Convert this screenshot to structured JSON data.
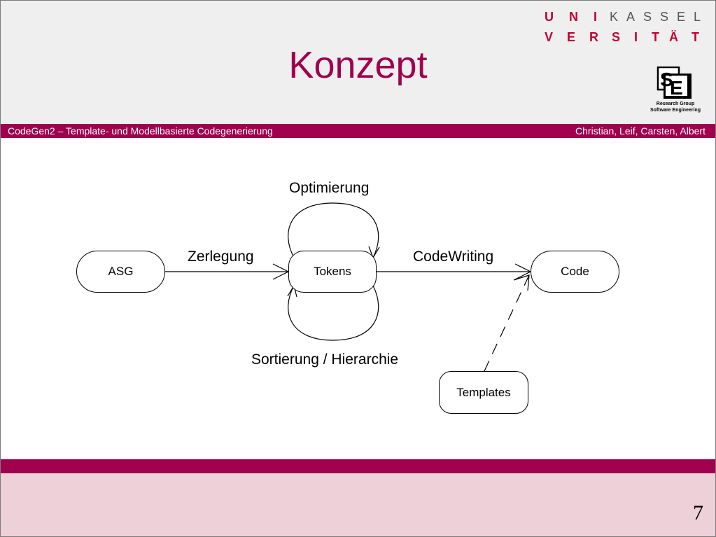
{
  "slide": {
    "title": "Konzept",
    "page_number": "7",
    "header_bar_left": "CodeGen2 – Template- und Modellbasierte Codegenerierung",
    "header_bar_right": "Christian, Leif, Carsten, Albert"
  },
  "university_logo": {
    "row1_red": [
      "U",
      "N",
      "I"
    ],
    "row1_grey": [
      "K",
      "A",
      "S",
      "S",
      "E",
      "L"
    ],
    "row2_red": [
      "V",
      "E",
      "R",
      "S",
      "I",
      "T",
      "Ä",
      "T"
    ]
  },
  "group_logo": {
    "icon": "se-logo-icon",
    "line1": "Research Group",
    "line2": "Software Engineering"
  },
  "diagram": {
    "nodes": {
      "asg": "ASG",
      "tokens": "Tokens",
      "code": "Code",
      "templates": "Templates"
    },
    "edges": {
      "zerlegung": "Zerlegung",
      "codewriting": "CodeWriting",
      "optimierung": "Optimierung",
      "sortierung": "Sortierung / Hierarchie"
    }
  },
  "colors": {
    "brand": "#a0004e",
    "header_bg": "#efefef",
    "footer_bg": "#eed0d8"
  }
}
